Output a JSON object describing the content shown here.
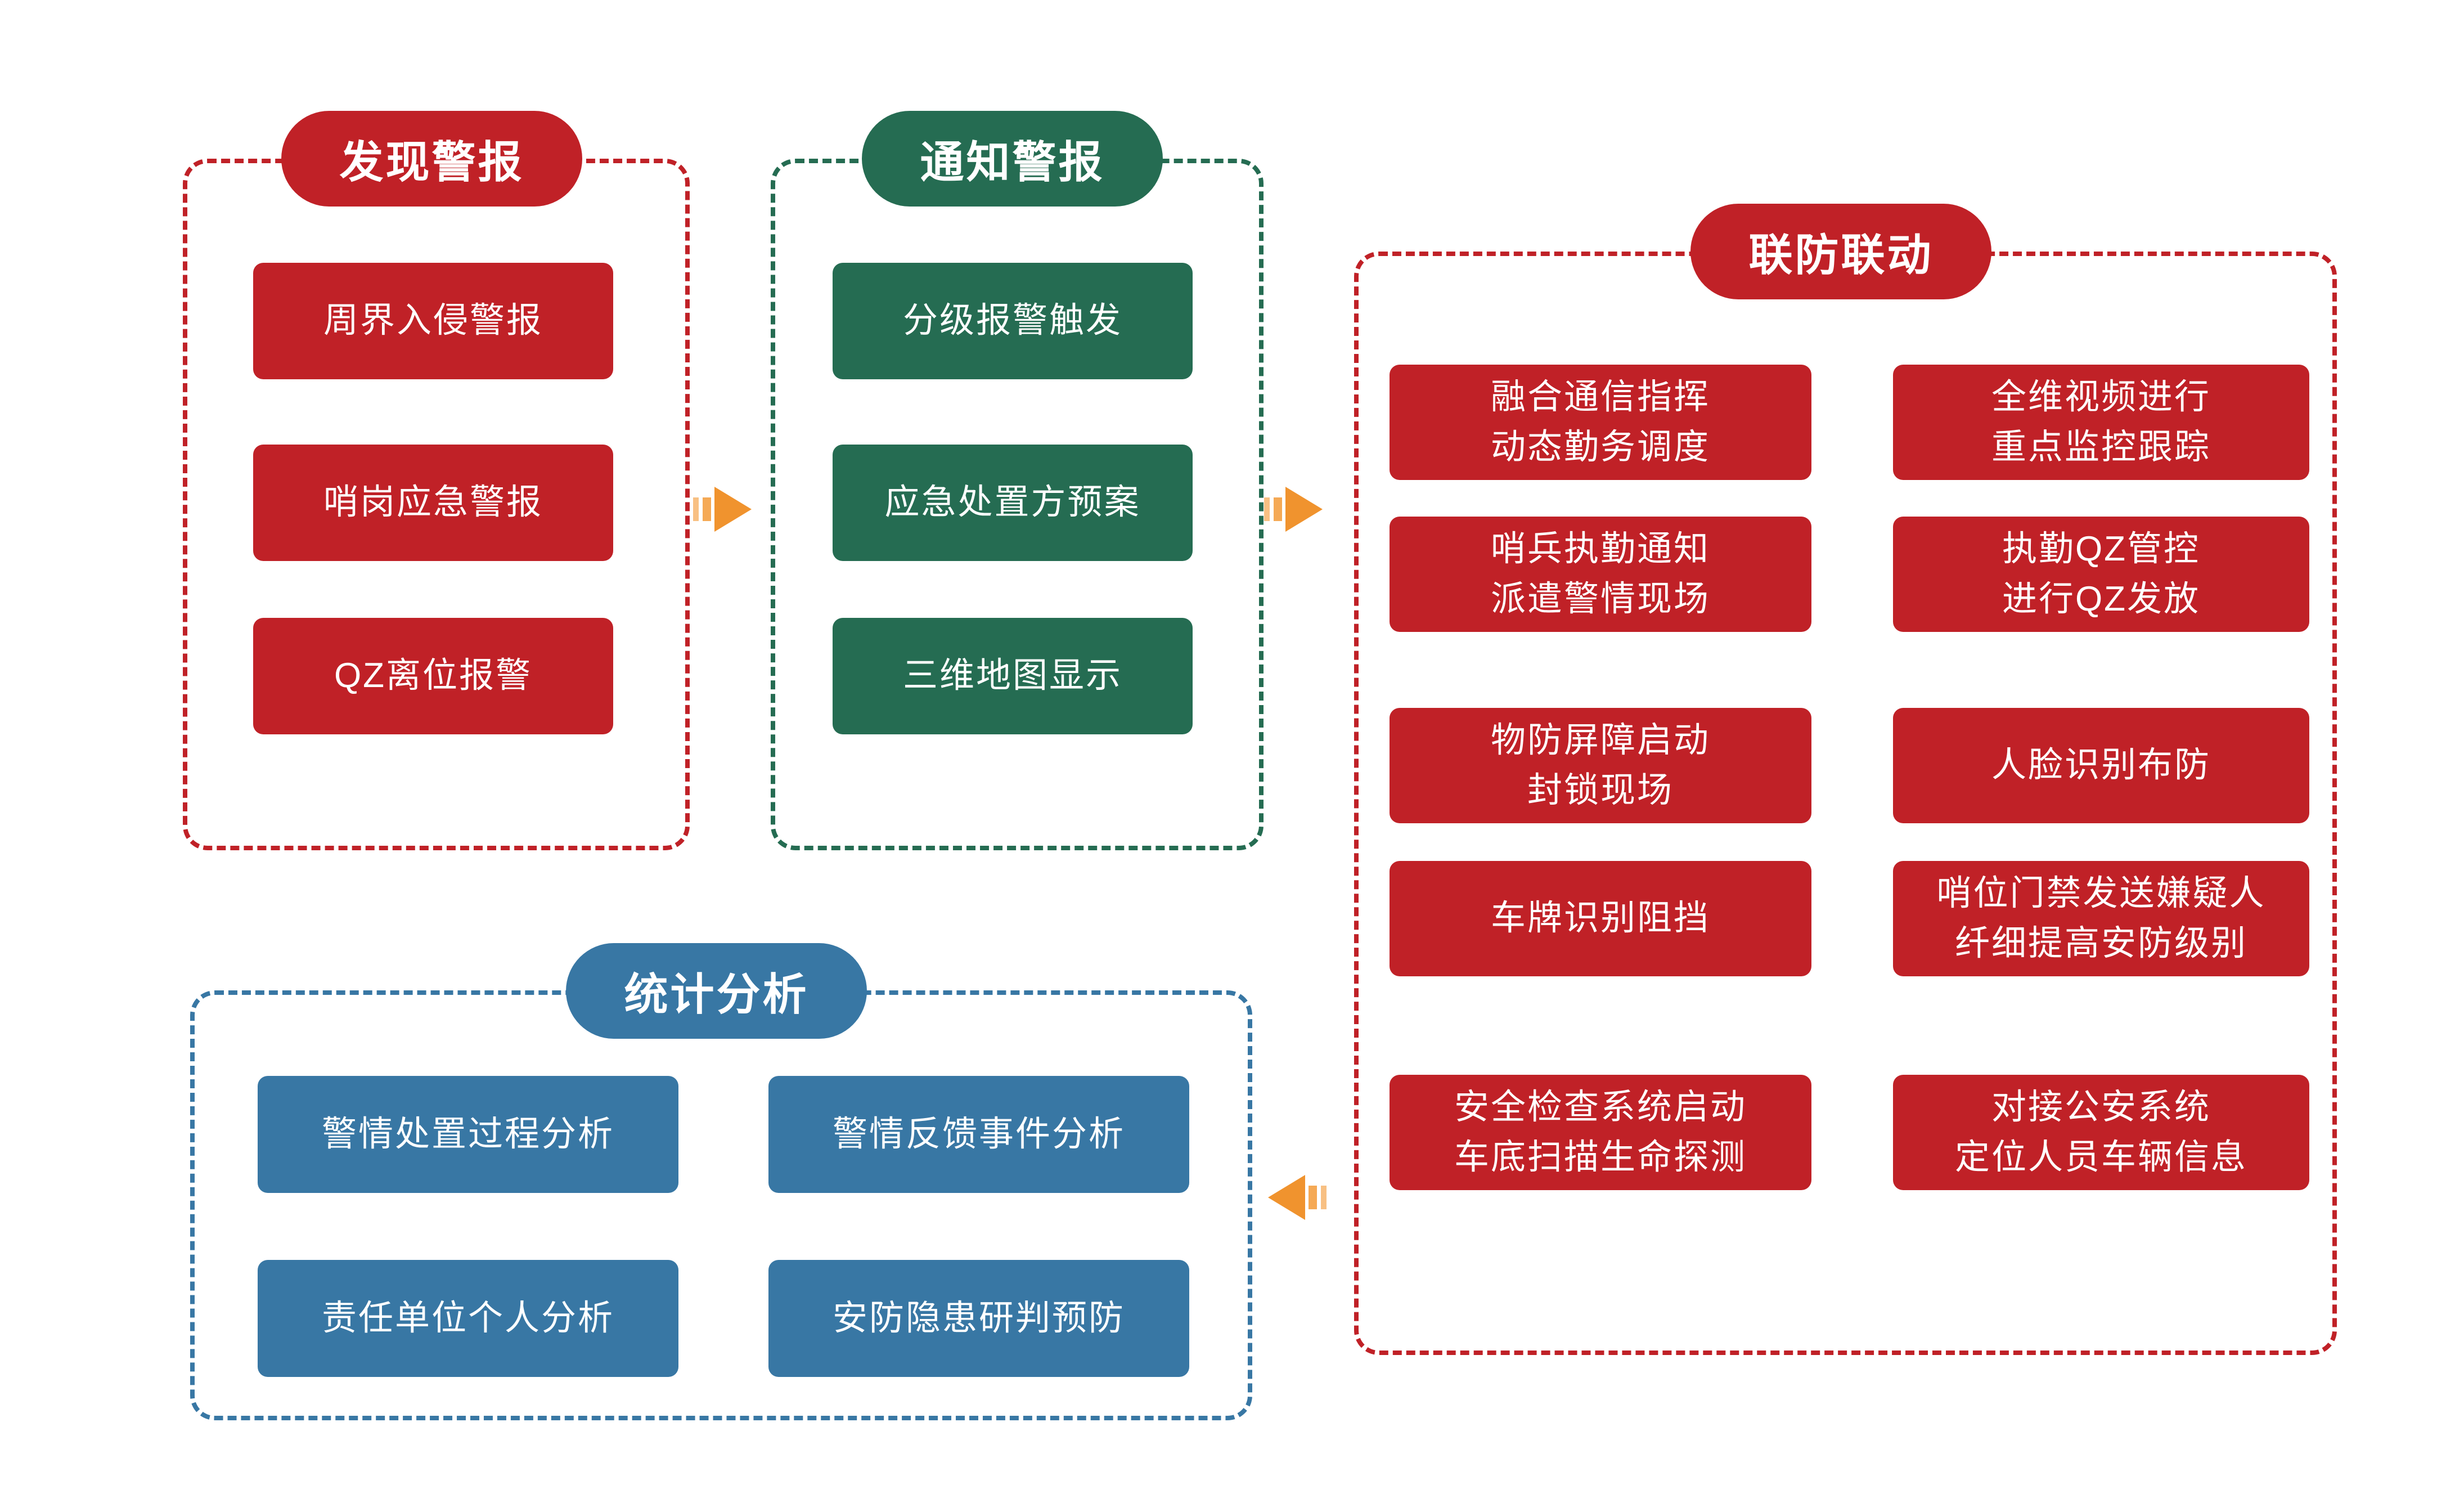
{
  "colors": {
    "red": "#c02127",
    "green": "#256c52",
    "blue": "#3877a4",
    "orange_arrow": "#f0932e",
    "orange_stripe_light": "#f8c083",
    "orange_stripe_mid": "#f5a955",
    "background": "#ffffff",
    "text": "#ffffff"
  },
  "icons": {
    "forward_arrow": "striped-right-arrow",
    "back_arrow": "striped-left-arrow"
  },
  "sections": {
    "discover": {
      "title": "发现警报",
      "items": [
        "周界入侵警报",
        "哨岗应急警报",
        "QZ离位报警"
      ]
    },
    "notify": {
      "title": "通知警报",
      "items": [
        "分级报警触发",
        "应急处置方预案",
        "三维地图显示"
      ]
    },
    "joint": {
      "title": "联防联动",
      "left_items": [
        [
          "融合通信指挥",
          "动态勤务调度"
        ],
        [
          "哨兵执勤通知",
          "派遣警情现场"
        ],
        [
          "物防屏障启动",
          "封锁现场"
        ],
        [
          "车牌识别阻挡"
        ],
        [
          "安全检查系统启动",
          "车底扫描生命探测"
        ]
      ],
      "right_items": [
        [
          "全维视频进行",
          "重点监控跟踪"
        ],
        [
          "执勤QZ管控",
          "进行QZ发放"
        ],
        [
          "人脸识别布防"
        ],
        [
          "哨位门禁发送嫌疑人",
          "纤细提高安防级别"
        ],
        [
          "对接公安系统",
          "定位人员车辆信息"
        ]
      ]
    },
    "stats": {
      "title": "统计分析",
      "items": [
        "警情处置过程分析",
        "警情反馈事件分析",
        "责任单位个人分析",
        "安防隐患研判预防"
      ]
    }
  }
}
